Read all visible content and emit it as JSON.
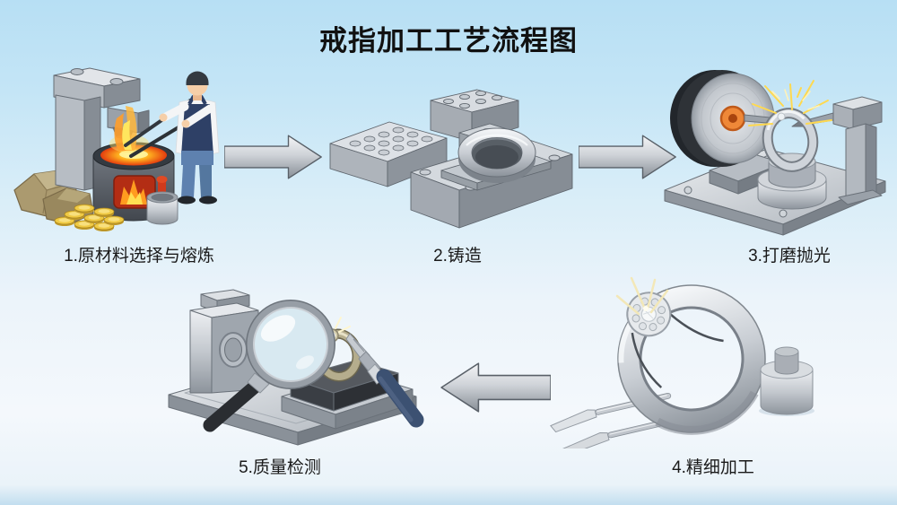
{
  "title": "戒指加工工艺流程图",
  "steps": [
    {
      "label": "1.原材料选择与熔炼",
      "illustration": "raw-material-smelting-furnace"
    },
    {
      "label": "2.铸造",
      "illustration": "casting-mold-with-ring"
    },
    {
      "label": "3.打磨抛光",
      "illustration": "grinding-polishing-machine"
    },
    {
      "label": "4.精细加工",
      "illustration": "fine-machining-ring-and-tools"
    },
    {
      "label": "5.质量检测",
      "illustration": "quality-inspection-magnifier"
    }
  ],
  "arrows": [
    {
      "from": "1.原材料选择与熔炼",
      "to": "2.铸造",
      "direction": "right"
    },
    {
      "from": "2.铸造",
      "to": "3.打磨抛光",
      "direction": "right"
    },
    {
      "from": "4.精细加工",
      "to": "5.质量检测",
      "direction": "left"
    }
  ],
  "colors": {
    "background_top": "#b7dff4",
    "background_bottom": "#f4f8fc",
    "title_text": "#111111",
    "label_text": "#1a1a1a",
    "metal_silver": "#c3c8ce",
    "molten_orange": "#ff8c1e",
    "flame_yellow": "#ffe24a",
    "spark_yellow": "#ffd94f",
    "wheel_hub_orange": "#ef8838",
    "apron_navy": "#2e4066",
    "tool_handle_navy": "#3c5172",
    "coin_gold": "#f0ca44",
    "ore_brown": "#ab9a6f"
  }
}
